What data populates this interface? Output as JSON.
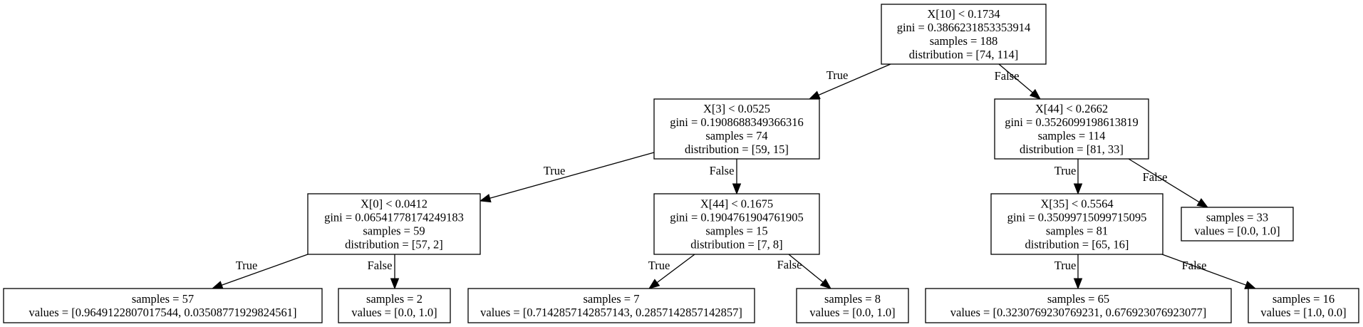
{
  "tree": {
    "nodes": [
      {
        "id": "n0",
        "lines": [
          "X[10] < 0.1734",
          "gini = 0.3866231853353914",
          "samples = 188",
          "distribution = [74, 114]"
        ]
      },
      {
        "id": "n1",
        "lines": [
          "X[3] < 0.0525",
          "gini = 0.1908688349366316",
          "samples = 74",
          "distribution = [59, 15]"
        ]
      },
      {
        "id": "n2",
        "lines": [
          "X[44] < 0.2662",
          "gini = 0.3526099198613819",
          "samples = 114",
          "distribution = [81, 33]"
        ]
      },
      {
        "id": "n3",
        "lines": [
          "X[0] < 0.0412",
          "gini = 0.06541778174249183",
          "samples = 59",
          "distribution = [57, 2]"
        ]
      },
      {
        "id": "n4",
        "lines": [
          "X[44] < 0.1675",
          "gini = 0.1904761904761905",
          "samples = 15",
          "distribution = [7, 8]"
        ]
      },
      {
        "id": "n5",
        "lines": [
          "X[35] < 0.5564",
          "gini = 0.35099715099715095",
          "samples = 81",
          "distribution = [65, 16]"
        ]
      },
      {
        "id": "n6",
        "lines": [
          "samples = 33",
          "values = [0.0, 1.0]"
        ]
      },
      {
        "id": "n7",
        "lines": [
          "samples = 57",
          "values = [0.9649122807017544, 0.03508771929824561]"
        ]
      },
      {
        "id": "n8",
        "lines": [
          "samples = 2",
          "values = [0.0, 1.0]"
        ]
      },
      {
        "id": "n9",
        "lines": [
          "samples = 7",
          "values = [0.7142857142857143, 0.2857142857142857]"
        ]
      },
      {
        "id": "n10",
        "lines": [
          "samples = 8",
          "values = [0.0, 1.0]"
        ]
      },
      {
        "id": "n11",
        "lines": [
          "samples = 65",
          "values = [0.3230769230769231, 0.676923076923077]"
        ]
      },
      {
        "id": "n12",
        "lines": [
          "samples = 16",
          "values = [1.0, 0.0]"
        ]
      }
    ],
    "edges": [
      {
        "from": "n0",
        "to": "n1",
        "label": "True"
      },
      {
        "from": "n0",
        "to": "n2",
        "label": "False"
      },
      {
        "from": "n1",
        "to": "n3",
        "label": "True"
      },
      {
        "from": "n1",
        "to": "n4",
        "label": "False"
      },
      {
        "from": "n2",
        "to": "n5",
        "label": "True"
      },
      {
        "from": "n2",
        "to": "n6",
        "label": "False"
      },
      {
        "from": "n3",
        "to": "n7",
        "label": "True"
      },
      {
        "from": "n3",
        "to": "n8",
        "label": "False"
      },
      {
        "from": "n4",
        "to": "n9",
        "label": "True"
      },
      {
        "from": "n4",
        "to": "n10",
        "label": "False"
      },
      {
        "from": "n5",
        "to": "n11",
        "label": "True"
      },
      {
        "from": "n5",
        "to": "n12",
        "label": "False"
      }
    ]
  }
}
